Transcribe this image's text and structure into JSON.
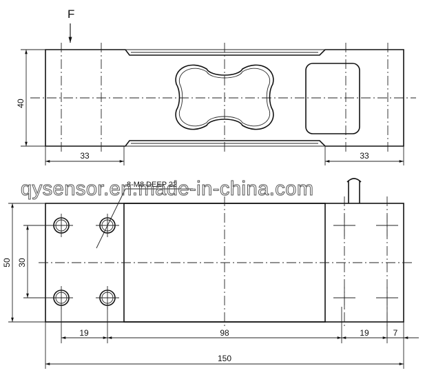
{
  "force_label": "F",
  "watermark": "qysensor.en.made-in-china.com",
  "callout": "8-M8 DEEP 22",
  "top_view": {
    "dims": {
      "height": "40",
      "left_offset": "33",
      "right_offset": "33"
    }
  },
  "front_view": {
    "dims": {
      "height_total": "50",
      "hole_spacing": "30",
      "left_hole": "19",
      "center": "98",
      "right_hole": "19",
      "right_edge": "7",
      "length": "150"
    }
  }
}
